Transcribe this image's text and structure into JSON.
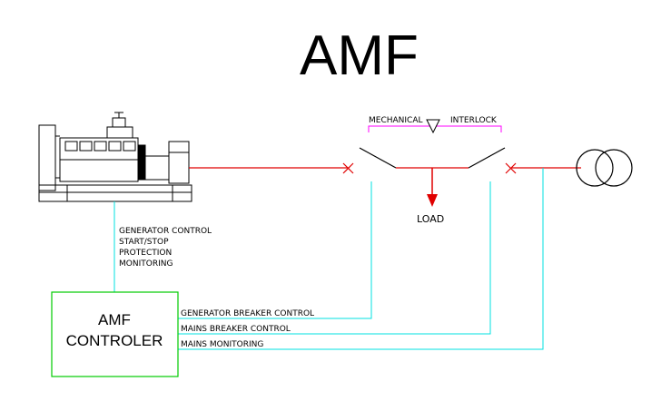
{
  "title": "AMF",
  "interlock": {
    "left_label": "MECHANICAL",
    "right_label": "INTERLOCK"
  },
  "load_label": "LOAD",
  "generator_link": {
    "lines": [
      "GENERATOR CONTROL",
      "START/STOP",
      "PROTECTION",
      "MONITORING"
    ]
  },
  "controller": {
    "line1": "AMF",
    "line2": "CONTROLER"
  },
  "signals": {
    "gen_breaker": "GENERATOR BREAKER CONTROL",
    "mains_breaker": "MAINS BREAKER CONTROL",
    "mains_monitor": "MAINS MONITORING"
  },
  "colors": {
    "power": "#e00000",
    "signal": "#00e0e0",
    "interlock": "#ff00ff",
    "controller_border": "#00cc00",
    "ink": "#000000"
  }
}
